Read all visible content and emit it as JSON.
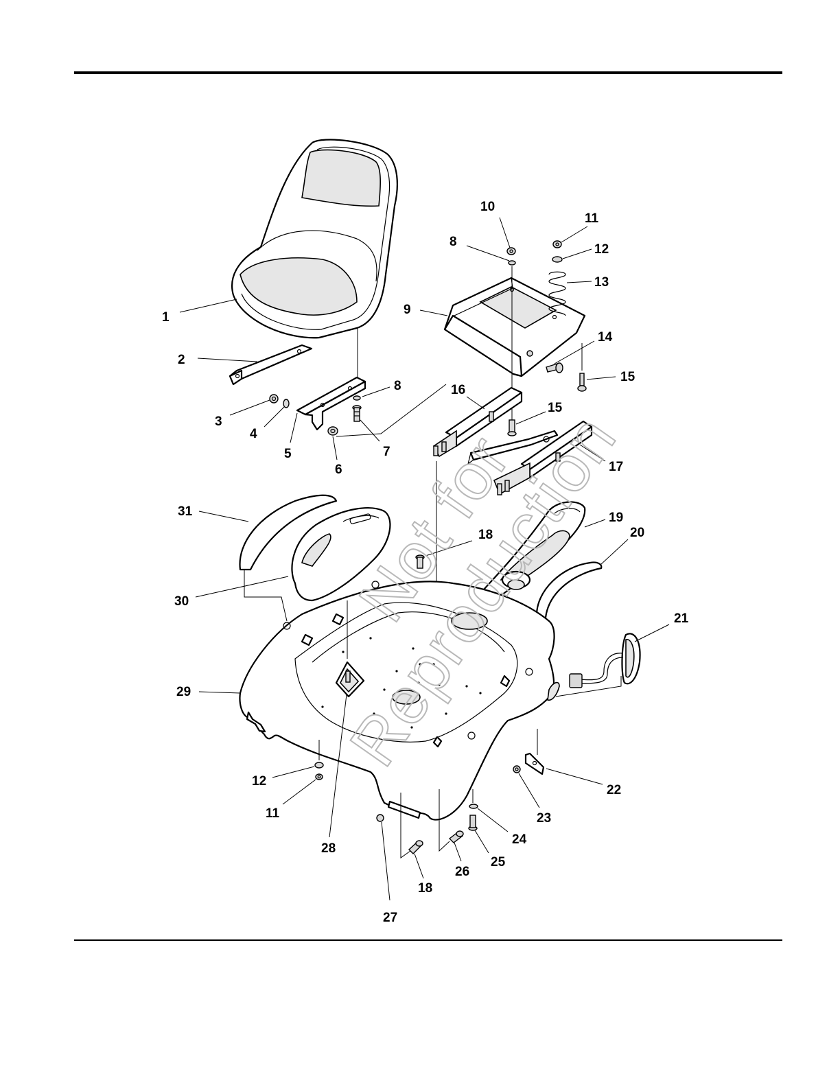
{
  "watermark": {
    "line1": "Not for",
    "line2": "Reproduction"
  },
  "callouts": [
    {
      "id": "c1",
      "text": "1"
    },
    {
      "id": "c2",
      "text": "2"
    },
    {
      "id": "c3",
      "text": "3"
    },
    {
      "id": "c4",
      "text": "4"
    },
    {
      "id": "c5",
      "text": "5"
    },
    {
      "id": "c6",
      "text": "6"
    },
    {
      "id": "c7",
      "text": "7"
    },
    {
      "id": "c8a",
      "text": "8"
    },
    {
      "id": "c8b",
      "text": "8"
    },
    {
      "id": "c9",
      "text": "9"
    },
    {
      "id": "c10",
      "text": "10"
    },
    {
      "id": "c11a",
      "text": "11"
    },
    {
      "id": "c11b",
      "text": "11"
    },
    {
      "id": "c12a",
      "text": "12"
    },
    {
      "id": "c12b",
      "text": "12"
    },
    {
      "id": "c13",
      "text": "13"
    },
    {
      "id": "c14",
      "text": "14"
    },
    {
      "id": "c15a",
      "text": "15"
    },
    {
      "id": "c15b",
      "text": "15"
    },
    {
      "id": "c16",
      "text": "16"
    },
    {
      "id": "c17",
      "text": "17"
    },
    {
      "id": "c18a",
      "text": "18"
    },
    {
      "id": "c18b",
      "text": "18"
    },
    {
      "id": "c19",
      "text": "19"
    },
    {
      "id": "c20",
      "text": "20"
    },
    {
      "id": "c21",
      "text": "21"
    },
    {
      "id": "c22",
      "text": "22"
    },
    {
      "id": "c23",
      "text": "23"
    },
    {
      "id": "c24",
      "text": "24"
    },
    {
      "id": "c25",
      "text": "25"
    },
    {
      "id": "c26",
      "text": "26"
    },
    {
      "id": "c27",
      "text": "27"
    },
    {
      "id": "c28",
      "text": "28"
    },
    {
      "id": "c29",
      "text": "29"
    },
    {
      "id": "c30",
      "text": "30"
    },
    {
      "id": "c31",
      "text": "31"
    }
  ]
}
